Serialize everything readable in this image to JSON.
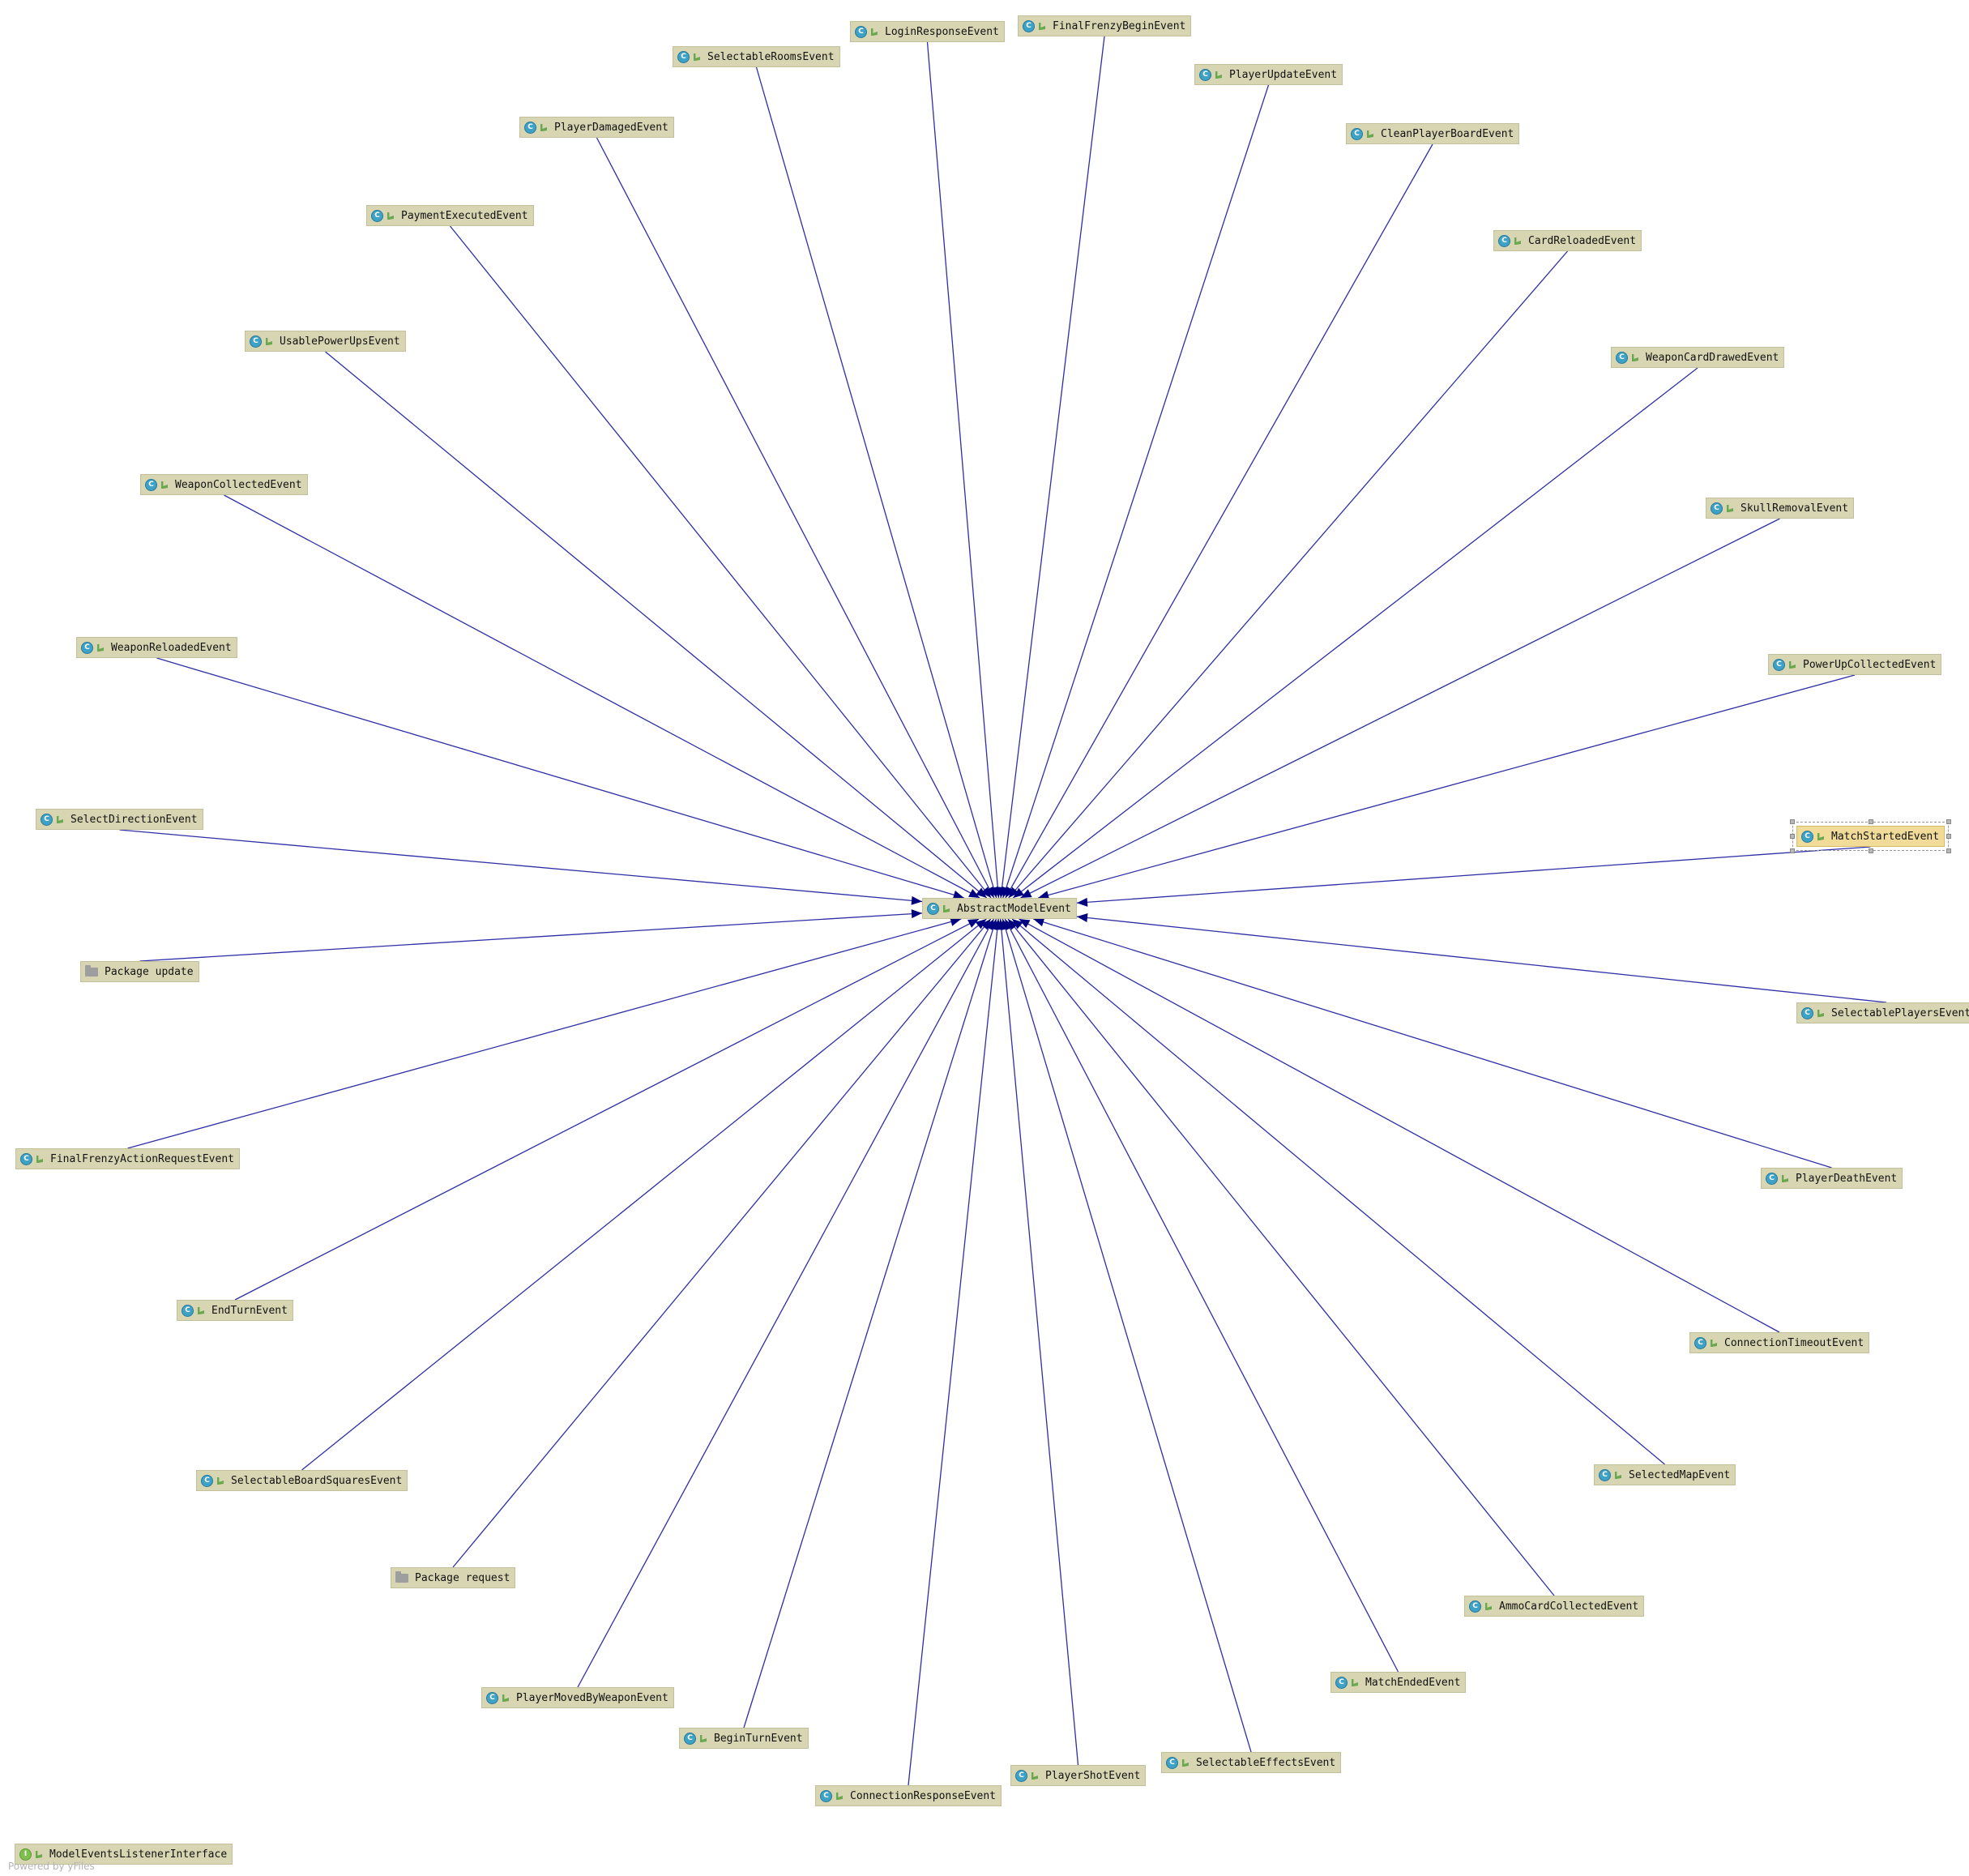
{
  "diagram": {
    "center_node": {
      "label": "AbstractModelEvent",
      "kind": "class",
      "icon": "class-icon"
    },
    "nodes": [
      {
        "label": "LoginResponseEvent",
        "kind": "class"
      },
      {
        "label": "FinalFrenzyBeginEvent",
        "kind": "class"
      },
      {
        "label": "SelectableRoomsEvent",
        "kind": "class"
      },
      {
        "label": "PlayerUpdateEvent",
        "kind": "class"
      },
      {
        "label": "PlayerDamagedEvent",
        "kind": "class"
      },
      {
        "label": "CleanPlayerBoardEvent",
        "kind": "class"
      },
      {
        "label": "PaymentExecutedEvent",
        "kind": "class"
      },
      {
        "label": "CardReloadedEvent",
        "kind": "class"
      },
      {
        "label": "UsablePowerUpsEvent",
        "kind": "class"
      },
      {
        "label": "WeaponCardDrawedEvent",
        "kind": "class"
      },
      {
        "label": "WeaponCollectedEvent",
        "kind": "class"
      },
      {
        "label": "SkullRemovalEvent",
        "kind": "class"
      },
      {
        "label": "WeaponReloadedEvent",
        "kind": "class"
      },
      {
        "label": "PowerUpCollectedEvent",
        "kind": "class"
      },
      {
        "label": "SelectDirectionEvent",
        "kind": "class"
      },
      {
        "label": "MatchStartedEvent",
        "kind": "class",
        "selected": true
      },
      {
        "label": "Package update",
        "kind": "package"
      },
      {
        "label": "SelectablePlayersEvent",
        "kind": "class"
      },
      {
        "label": "FinalFrenzyActionRequestEvent",
        "kind": "class"
      },
      {
        "label": "PlayerDeathEvent",
        "kind": "class"
      },
      {
        "label": "EndTurnEvent",
        "kind": "class"
      },
      {
        "label": "ConnectionTimeoutEvent",
        "kind": "class"
      },
      {
        "label": "SelectableBoardSquaresEvent",
        "kind": "class"
      },
      {
        "label": "SelectedMapEvent",
        "kind": "class"
      },
      {
        "label": "Package request",
        "kind": "package"
      },
      {
        "label": "AmmoCardCollectedEvent",
        "kind": "class"
      },
      {
        "label": "MatchEndedEvent",
        "kind": "class"
      },
      {
        "label": "PlayerMovedByWeaponEvent",
        "kind": "class"
      },
      {
        "label": "BeginTurnEvent",
        "kind": "class"
      },
      {
        "label": "SelectableEffectsEvent",
        "kind": "class"
      },
      {
        "label": "PlayerShotEvent",
        "kind": "class"
      },
      {
        "label": "ConnectionResponseEvent",
        "kind": "class"
      },
      {
        "label": "ModelEventsListenerInterface",
        "kind": "interface",
        "connected": false
      }
    ]
  },
  "icons": {
    "class": "class-icon",
    "interface": "interface-icon",
    "package": "package-icon",
    "visibility": "public-visibility-icon"
  },
  "icon_glyphs": {
    "class": "C",
    "interface": "I"
  },
  "colors": {
    "edge": "#2e2ea6",
    "arrowhead": "#000080",
    "node_fill": "#d8d6b2",
    "node_selected_fill": "#f0dc98",
    "class_icon": "#3ea1c6",
    "interface_icon": "#7fbf4f",
    "visibility_icon": "#6aa84f"
  },
  "watermark": "Powered by yFiles"
}
